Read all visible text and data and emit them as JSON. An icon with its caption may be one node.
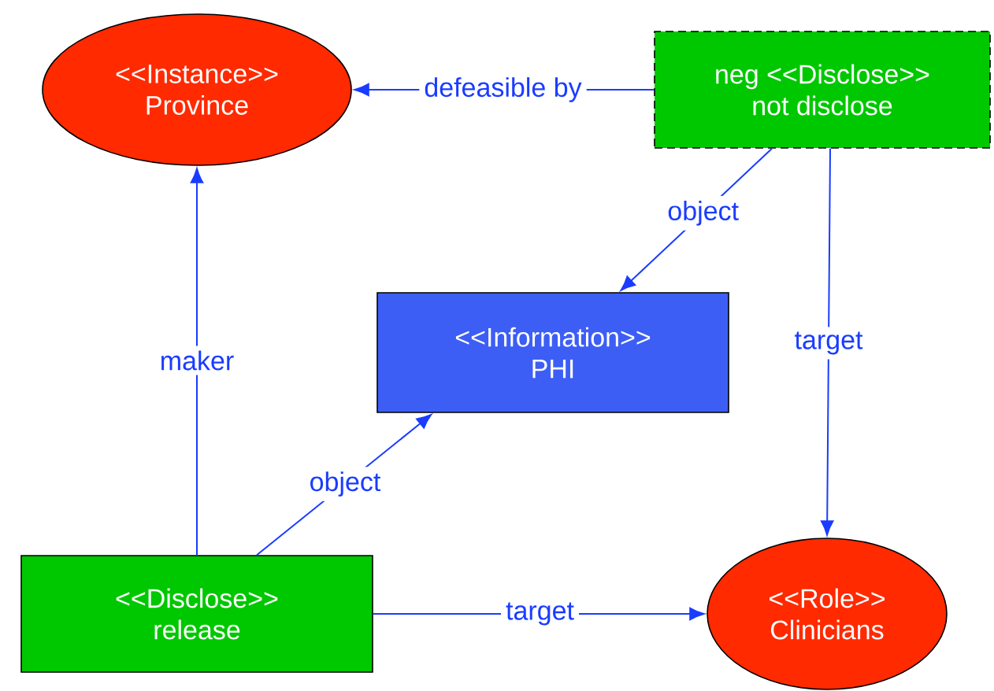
{
  "diagram": {
    "nodes": [
      {
        "text": [
          "<<Instance>>",
          "Province"
        ]
      },
      {
        "text": [
          "neg <<Disclose>>",
          "not disclose"
        ]
      },
      {
        "text": [
          "<<Information>>",
          "PHI"
        ]
      },
      {
        "text": [
          "<<Disclose>>",
          "release"
        ]
      },
      {
        "text": [
          "<<Role>>",
          "Clinicians"
        ]
      }
    ],
    "edges": [
      {
        "from": 1,
        "to": 0,
        "arrow": "to",
        "label": "defeasible by"
      },
      {
        "from": 1,
        "to": 2,
        "arrow": "to",
        "label": "object"
      },
      {
        "from": 1,
        "to": 4,
        "arrow": "to",
        "label": "target"
      },
      {
        "from": 3,
        "to": 0,
        "arrow": "to",
        "label": "maker"
      },
      {
        "from": 3,
        "to": 2,
        "arrow": "to",
        "label": "object"
      },
      {
        "from": 3,
        "to": 4,
        "arrow": "to",
        "label": "target"
      }
    ]
  }
}
